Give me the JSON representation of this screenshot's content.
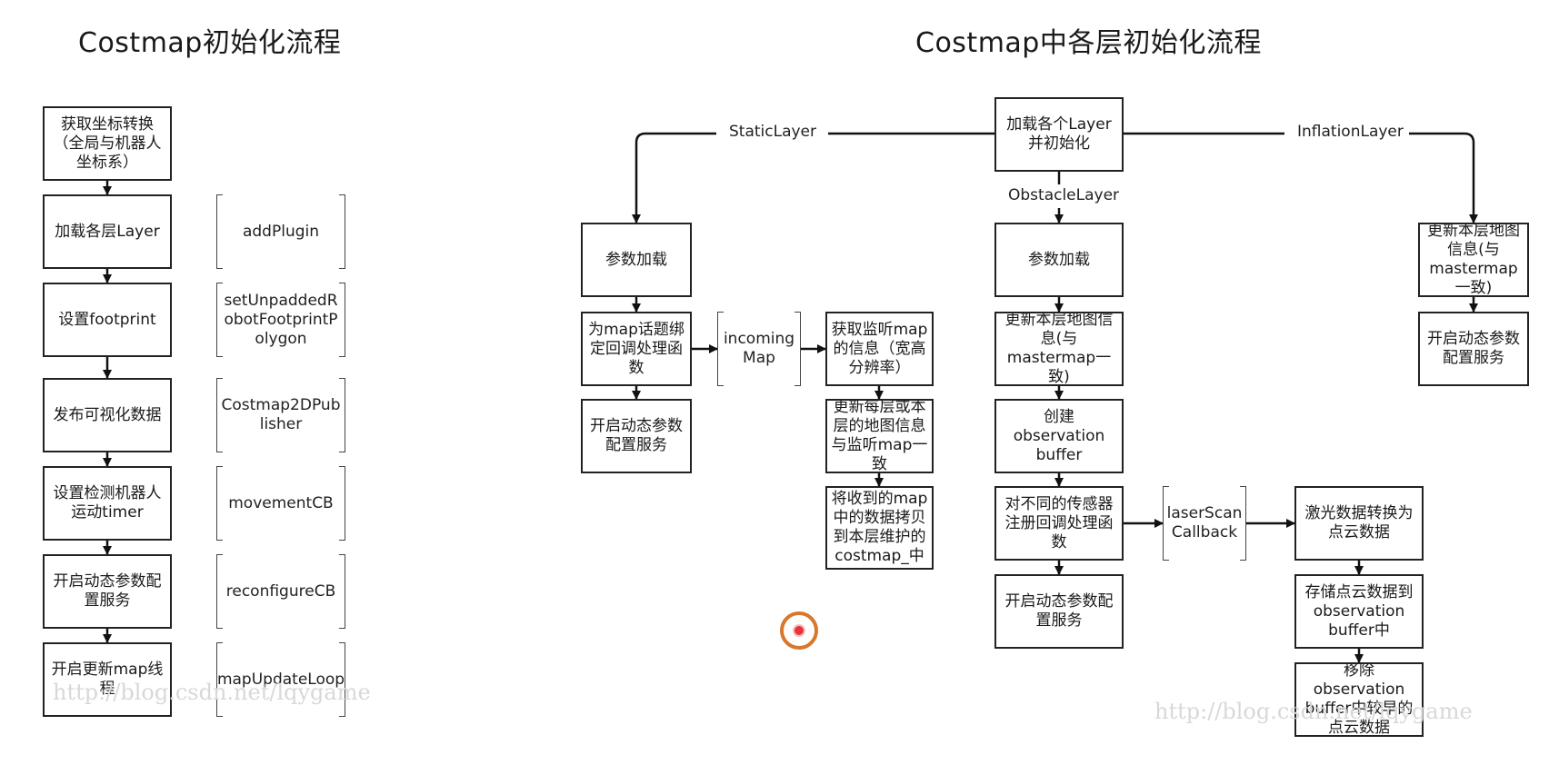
{
  "titles": {
    "left": "Costmap初始化流程",
    "right": "Costmap中各层初始化流程"
  },
  "left_flow": {
    "steps": [
      "获取坐标转换\n（全局与机器人坐标系）",
      "加载各层Layer",
      "设置footprint",
      "发布可视化数据",
      "设置检测机器人运动timer",
      "开启动态参数配置服务",
      "开启更新map线程"
    ],
    "functions": [
      "addPlugin",
      "setUnpaddedRobotFootprintPolygon",
      "Costmap2DPublisher",
      "movementCB",
      "reconfigureCB",
      "mapUpdateLoop"
    ]
  },
  "right_flow": {
    "root": "加载各个Layer并初始化",
    "edge_labels": {
      "static": "StaticLayer",
      "obstacle": "ObstacleLayer",
      "inflation": "InflationLayer"
    },
    "static_layer": {
      "steps": [
        "参数加载",
        "为map话题绑定回调处理函数",
        "开启动态参数配置服务"
      ],
      "callback": "incomingMap",
      "callback_steps": [
        "获取监听map的信息（宽高分辨率）",
        "更新每层或本层的地图信息与监听map一致",
        "将收到的map中的数据拷贝到本层维护的costmap_中"
      ]
    },
    "obstacle_layer": {
      "steps": [
        "参数加载",
        "更新本层地图信息(与mastermap一致)",
        "创建observation buffer",
        "对不同的传感器注册回调处理函数",
        "开启动态参数配置服务"
      ],
      "callback": "laserScan Callback",
      "callback_steps": [
        "激光数据转换为点云数据",
        "存储点云数据到observation buffer中",
        "移除observation buffer中较早的点云数据"
      ]
    },
    "inflation_layer": {
      "steps": [
        "更新本层地图信息(与mastermap一致)",
        "开启动态参数配置服务"
      ]
    }
  },
  "watermarks": [
    "http://blog.csdn.net/lqygame",
    "http://blog.csdn.net/lqygame"
  ],
  "colors": {
    "line": "#111111",
    "marker_ring": "#d9772c",
    "marker_dot": "#e8323c"
  }
}
